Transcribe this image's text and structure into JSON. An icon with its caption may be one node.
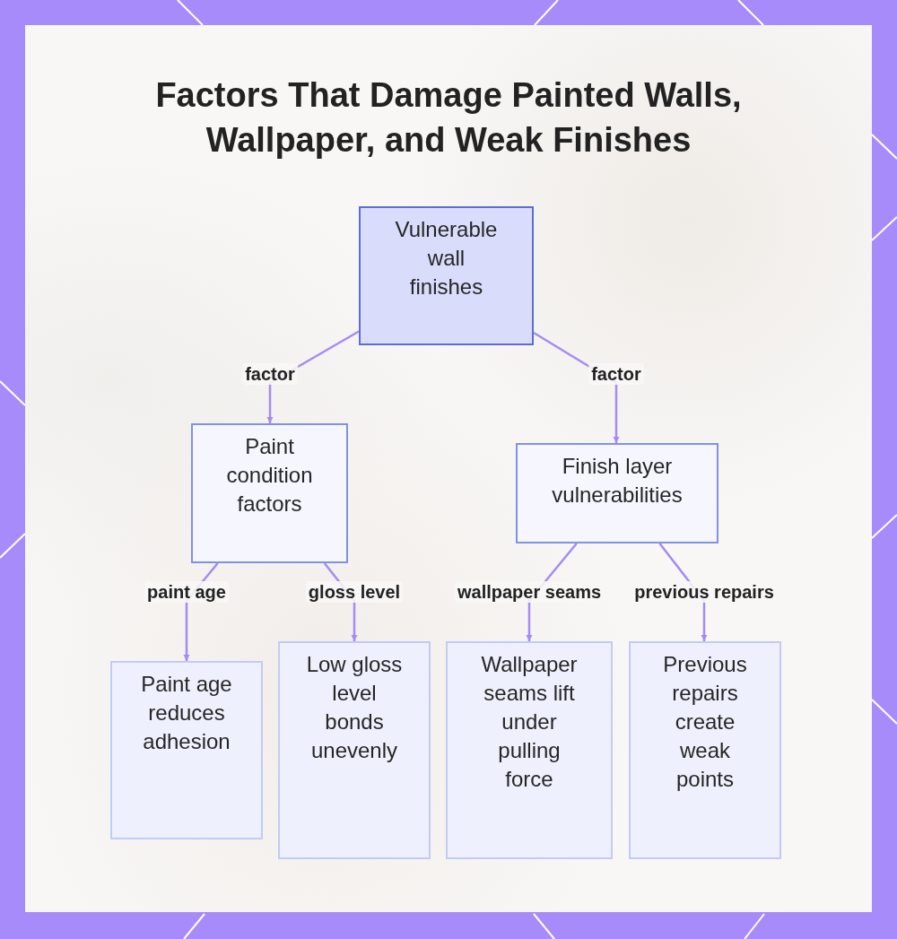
{
  "diagram": {
    "title": "Factors That Damage Painted Walls, Wallpaper, and Weak Finishes",
    "nodes": [
      {
        "text": [
          "Vulnerable wall finishes"
        ]
      },
      {
        "text": [
          "Paint condition factors"
        ]
      },
      {
        "text": [
          "Finish layer vulnerabilities"
        ]
      },
      {
        "text": [
          "Paint age reduces adhesion"
        ]
      },
      {
        "text": [
          "Low gloss level bonds unevenly"
        ]
      },
      {
        "text": [
          "Wallpaper seams lift under pulling force"
        ]
      },
      {
        "text": [
          "Previous repairs create weak points"
        ]
      }
    ],
    "edges": [
      {
        "from": 0,
        "to": 1,
        "arrow": "to",
        "label": "factor"
      },
      {
        "from": 0,
        "to": 2,
        "arrow": "to",
        "label": "factor"
      },
      {
        "from": 1,
        "to": 3,
        "arrow": "to",
        "label": "paint age"
      },
      {
        "from": 1,
        "to": 4,
        "arrow": "to",
        "label": "gloss level"
      },
      {
        "from": 2,
        "to": 5,
        "arrow": "to",
        "label": "wallpaper seams"
      },
      {
        "from": 2,
        "to": 6,
        "arrow": "to",
        "label": "previous repairs"
      }
    ]
  }
}
